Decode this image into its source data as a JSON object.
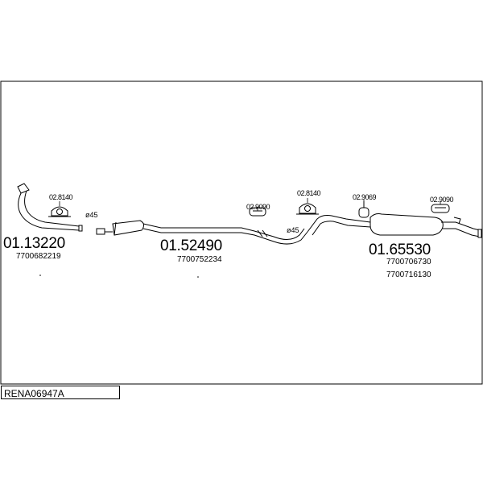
{
  "diagram": {
    "reference": "RENA06947A",
    "parts": [
      {
        "part_no": "01.13220",
        "oe_numbers": [
          "7700682219"
        ]
      },
      {
        "part_no": "01.52490",
        "oe_numbers": [
          "7700752234"
        ]
      },
      {
        "part_no": "01.65530",
        "oe_numbers": [
          "7700706730",
          "7700716130"
        ]
      }
    ],
    "fittings": [
      "02.8140",
      "02.9090",
      "02.8140",
      "02.9069",
      "02.9090"
    ],
    "diameters": [
      "ø45",
      "ø45"
    ]
  }
}
